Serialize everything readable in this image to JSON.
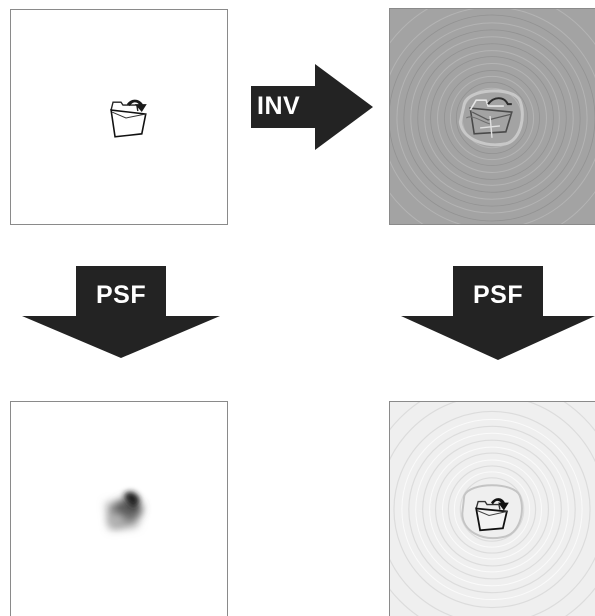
{
  "arrows": {
    "inverse": {
      "label": "INV"
    },
    "psf_left": {
      "label": "PSF"
    },
    "psf_right": {
      "label": "PSF"
    }
  },
  "panels": {
    "top_left": {
      "content": "folder-icon"
    },
    "top_right": {
      "content": "inverse-filtered-folder-with-ringing"
    },
    "bottom_left": {
      "content": "blurred-folder-icon"
    },
    "bottom_right": {
      "content": "reconstructed-folder-with-ringing"
    }
  },
  "colors": {
    "arrow": "#232323",
    "arrow_text": "#ffffff",
    "inverse_background": "#a3a3a3",
    "reconstructed_background": "#efefef"
  }
}
